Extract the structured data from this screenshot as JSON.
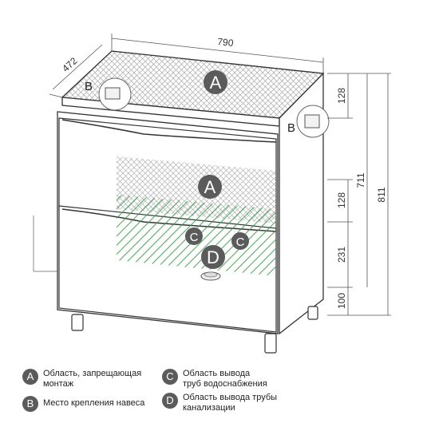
{
  "dimensions": {
    "width": "790",
    "depth": "472",
    "top_zone": "128",
    "mid_zone": "128",
    "height_body": "711",
    "height_total": "811",
    "pipe_zone": "231",
    "legs": "100"
  },
  "zone_badges": {
    "a_top": "A",
    "a_mid": "A",
    "b_left": "B",
    "b_right": "B",
    "c_left": "C",
    "c_right": "C",
    "d": "D"
  },
  "legend": [
    {
      "badge": "A",
      "text": "Область, запрещающая\nмонтаж"
    },
    {
      "badge": "B",
      "text": "Место крепления навеса"
    },
    {
      "badge": "C",
      "text": "Область вывода\nтруб водоснабжения"
    },
    {
      "badge": "D",
      "text": "Область вывода трубы\nканализации"
    }
  ],
  "colors": {
    "line": "#333333",
    "badge": "#5b5b5b",
    "hatch_gray": "#9a9a9a",
    "hatch_green": "#2e8b3a"
  }
}
